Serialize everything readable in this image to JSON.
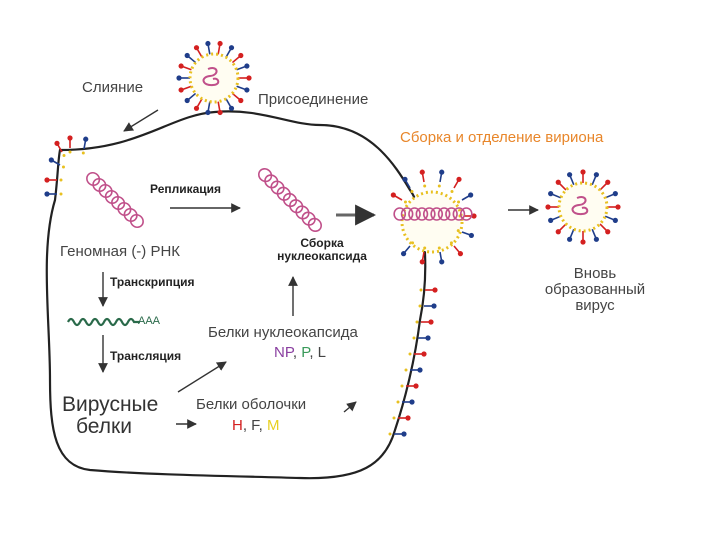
{
  "labels": {
    "fusion": "Слияние",
    "attachment": "Присоединение",
    "assembly_release": "Сборка и отделение вириона",
    "replication": "Репликация",
    "genomic_rna": "Геномная (-) РНК",
    "nucleocapsid_assembly_1": "Сборка",
    "nucleocapsid_assembly_2": "нуклеокапсида",
    "transcription": "Транскрипция",
    "polya": "AAA",
    "new_virus_1": "Вновь",
    "new_virus_2": "образованный",
    "new_virus_3": "вирус",
    "nucleocapsid_proteins": "Белки нуклеокапсида",
    "translation": "Трансляция",
    "viral_proteins_1": "Вирусные",
    "viral_proteins_2": "белки",
    "envelope_proteins": "Белки оболочки"
  },
  "np_proteins": [
    {
      "text": "NP",
      "color": "#8a3fa0"
    },
    {
      "text": ", ",
      "color": "#444444"
    },
    {
      "text": "P",
      "color": "#3a9a5a"
    },
    {
      "text": ", L",
      "color": "#444444"
    }
  ],
  "env_proteins": [
    {
      "text": "H",
      "color": "#d42020"
    },
    {
      "text": ", F, ",
      "color": "#444444"
    },
    {
      "text": "M",
      "color": "#e8d020"
    }
  ],
  "colors": {
    "cell_membrane": "#222222",
    "rna_helix": "#c0508a",
    "spike_red": "#d42020",
    "spike_blue": "#1f3d8a",
    "matrix_yellow": "#e8c020",
    "accent_orange": "#e8862a",
    "mrna_green": "#2a6a4a"
  }
}
